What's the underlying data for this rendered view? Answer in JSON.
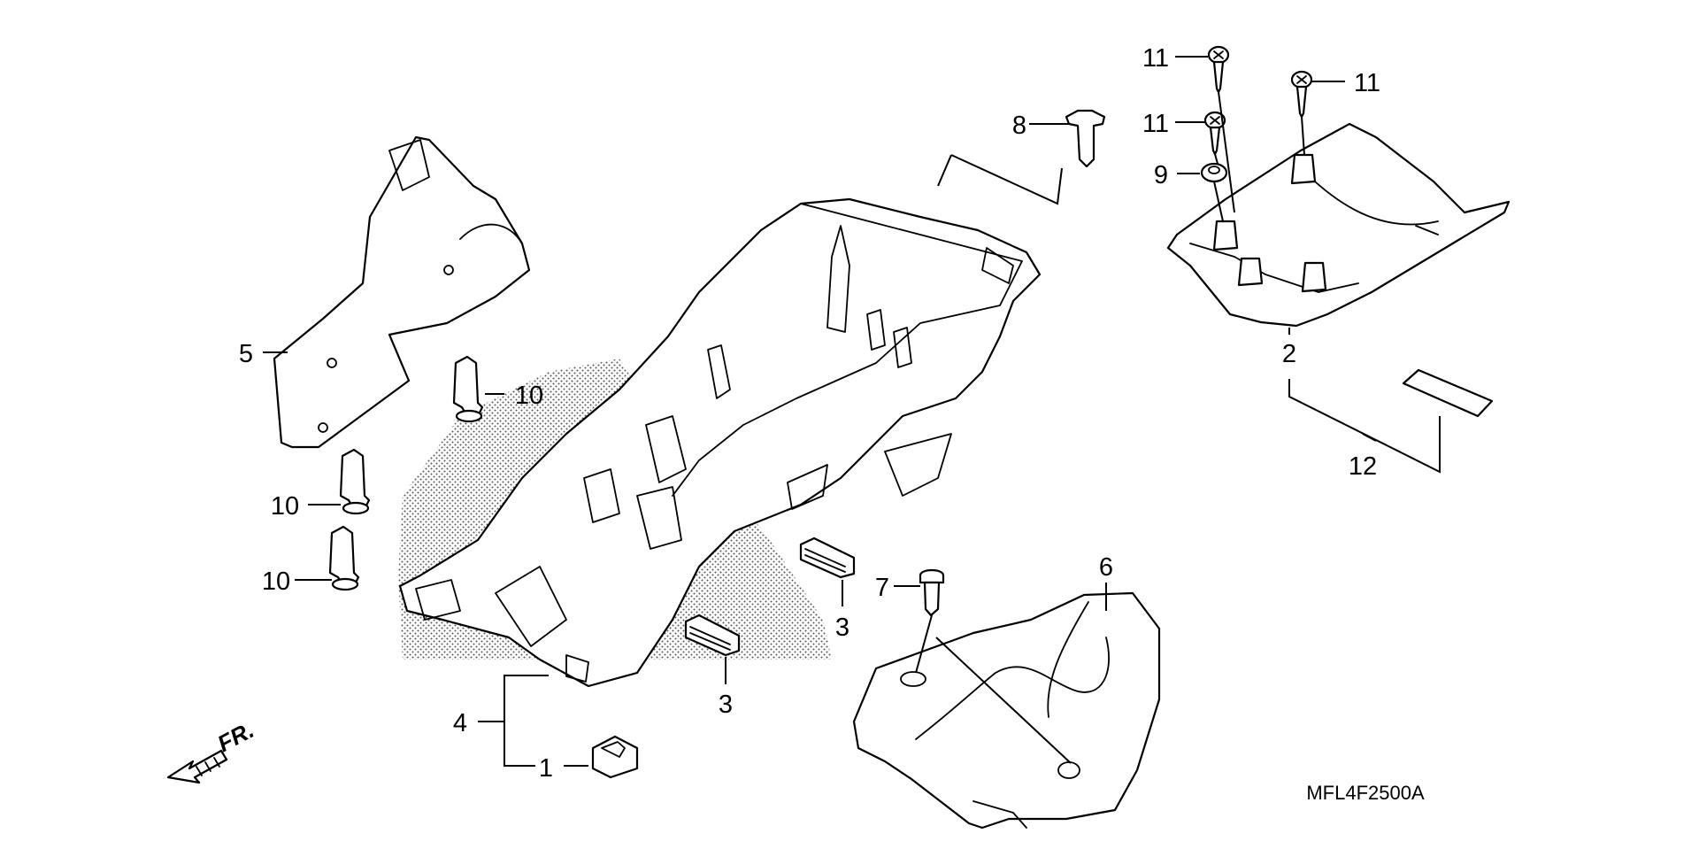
{
  "diagram": {
    "drawing_code": "MFL4F2500A",
    "direction_label": "FR.",
    "callouts": {
      "c1": "1",
      "c2": "2",
      "c3a": "3",
      "c3b": "3",
      "c4": "4",
      "c5": "5",
      "c6": "6",
      "c7": "7",
      "c8": "8",
      "c9": "9",
      "c10a": "10",
      "c10b": "10",
      "c10c": "10",
      "c11a": "11",
      "c11b": "11",
      "c11c": "11",
      "c12": "12"
    }
  }
}
